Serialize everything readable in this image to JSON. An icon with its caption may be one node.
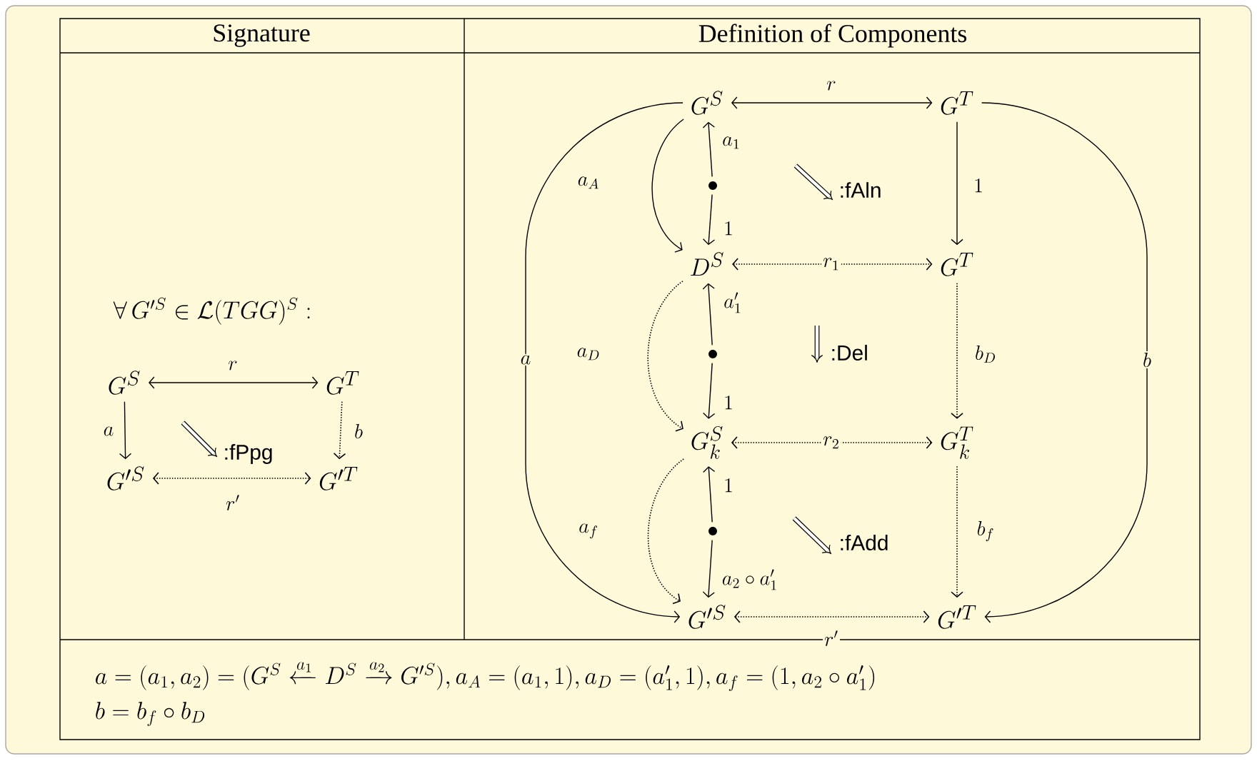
{
  "diagram": {
    "nodes": [
      {
        "text": [
          "G^S"
        ]
      },
      {
        "text": [
          "G^T"
        ]
      },
      {
        "text": [
          "G'^S"
        ]
      },
      {
        "text": [
          "G'^T"
        ]
      },
      {
        "text": [
          "G^S"
        ]
      },
      {
        "text": [
          "G^T"
        ]
      },
      {
        "text": [],
        "shape": "circle"
      },
      {
        "text": [
          "D^S"
        ]
      },
      {
        "text": [
          "G^T"
        ]
      },
      {
        "text": [],
        "shape": "circle"
      },
      {
        "text": [
          "G_k^S"
        ]
      },
      {
        "text": [
          "G_k^T"
        ]
      },
      {
        "text": [],
        "shape": "circle"
      },
      {
        "text": [
          "G'^S"
        ]
      },
      {
        "text": [
          "G'^T"
        ]
      }
    ],
    "edges": [
      {
        "from": 0,
        "to": 1,
        "arrow": "both",
        "label": "r"
      },
      {
        "from": 0,
        "to": 2,
        "arrow": "to",
        "label": "a"
      },
      {
        "from": 1,
        "to": 3,
        "arrow": "to",
        "label": "b",
        "style": "dashed"
      },
      {
        "from": 2,
        "to": 3,
        "arrow": "both",
        "label": "r'",
        "style": "dashed"
      },
      {
        "from": 4,
        "to": 5,
        "arrow": "both",
        "label": "r"
      },
      {
        "from": 6,
        "to": 4,
        "arrow": "to",
        "label": "a_1"
      },
      {
        "from": 6,
        "to": 7,
        "arrow": "to",
        "label": "1"
      },
      {
        "from": 4,
        "to": 7,
        "arrow": "to",
        "label": "a_A"
      },
      {
        "from": 5,
        "to": 8,
        "arrow": "to",
        "label": "1"
      },
      {
        "from": 7,
        "to": 8,
        "arrow": "both",
        "label": "r_1",
        "style": "dashed"
      },
      {
        "from": 9,
        "to": 7,
        "arrow": "to",
        "label": "a'_1"
      },
      {
        "from": 9,
        "to": 10,
        "arrow": "to",
        "label": "1"
      },
      {
        "from": 7,
        "to": 10,
        "arrow": "to",
        "label": "a_D",
        "style": "dashed"
      },
      {
        "from": 8,
        "to": 11,
        "arrow": "to",
        "label": "b_D",
        "style": "dashed"
      },
      {
        "from": 10,
        "to": 11,
        "arrow": "both",
        "label": "r_2",
        "style": "dashed"
      },
      {
        "from": 12,
        "to": 10,
        "arrow": "to",
        "label": "1"
      },
      {
        "from": 12,
        "to": 13,
        "arrow": "to",
        "label": "a_2 \\circ a'_1"
      },
      {
        "from": 10,
        "to": 13,
        "arrow": "to",
        "label": "a_f",
        "style": "dashed"
      },
      {
        "from": 11,
        "to": 14,
        "arrow": "to",
        "label": "b_f",
        "style": "dashed"
      },
      {
        "from": 13,
        "to": 14,
        "arrow": "both",
        "label": "r'",
        "style": "dashed"
      },
      {
        "from": 4,
        "to": 13,
        "arrow": "to",
        "label": "a"
      },
      {
        "from": 5,
        "to": 14,
        "arrow": "to",
        "label": "b"
      }
    ],
    "labels": [
      "Signature",
      "Definition of Components",
      "\\forall\\, G'^S \\in \\mathcal{L}(TGG)^S :",
      ":fPpg",
      ":fAln",
      ":Del",
      ":fAdd",
      "a = (a_1, a_2) = (G^S \\xleftarrow{a_1} D^S \\xrightarrow{a_2} G'^S), a_A = (a_1, 1), a_D = (a'_1, 1), a_f = (1, a_2 \\circ a'_1)",
      "b = b_f \\circ b_D"
    ]
  }
}
